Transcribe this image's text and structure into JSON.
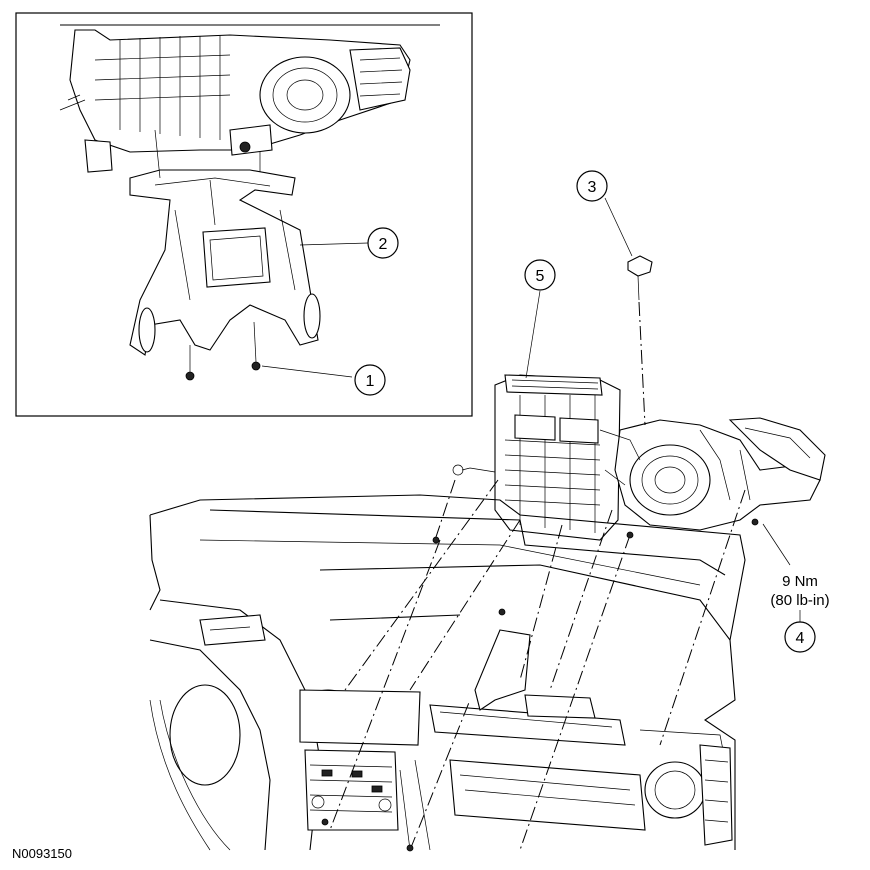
{
  "callouts": [
    {
      "id": "1",
      "label": "1"
    },
    {
      "id": "2",
      "label": "2"
    },
    {
      "id": "3",
      "label": "3"
    },
    {
      "id": "4",
      "label": "4"
    },
    {
      "id": "5",
      "label": "5"
    }
  ],
  "torque_spec": {
    "value": "9 Nm",
    "alt_value": "(80 lb-in)"
  },
  "figure_id": "N0093150"
}
